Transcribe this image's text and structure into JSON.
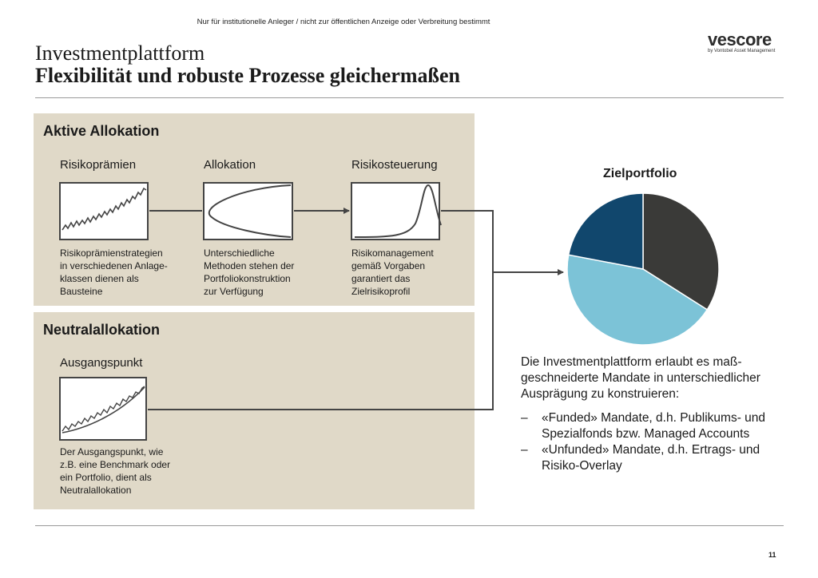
{
  "header": {
    "disclaimer": "Nur für institutionelle Anleger / nicht zur öffentlichen Anzeige oder Verbreitung bestimmt",
    "logo_main": "vescore",
    "logo_sub": "by Vontobel Asset Management",
    "title_line1": "Investmentplattform",
    "title_line2": "Flexibilität und robuste Prozesse gleichermaßen"
  },
  "active_panel": {
    "title": "Aktive Allokation",
    "columns": [
      {
        "heading": "Risikoprämien",
        "desc_lines": [
          "Risikoprämienstrategien",
          "in verschiedenen Anlage-",
          "klassen dienen als",
          "Bausteine"
        ]
      },
      {
        "heading": "Allokation",
        "desc_lines": [
          "Unterschiedliche",
          "Methoden stehen der",
          "Portfoliokonstruktion",
          "zur Verfügung"
        ]
      },
      {
        "heading": "Risikosteuerung",
        "desc_lines": [
          "Risikomanagement",
          "gemäß Vorgaben",
          "garantiert das",
          "Zielrisikoprofil"
        ]
      }
    ]
  },
  "neutral_panel": {
    "title": "Neutralallokation",
    "heading": "Ausgangspunkt",
    "desc_lines": [
      "Der Ausgangspunkt, wie",
      "z.B. eine Benchmark oder",
      "ein Portfolio, dient als",
      "Neutralallokation"
    ]
  },
  "target": {
    "label": "Zielportfolio"
  },
  "chart_data": {
    "type": "pie",
    "title": "Zielportfolio",
    "slices": [
      {
        "value": 34,
        "color": "#3a3a38"
      },
      {
        "value": 44,
        "color": "#7cc3d7"
      },
      {
        "value": 22,
        "color": "#11476d"
      }
    ]
  },
  "right_text": {
    "intro": "Die Investmentplattform erlaubt es maß­geschneiderte Mandate in unterschied­licher Ausprägung zu konstruieren:",
    "bullets": [
      "«Funded» Mandate, d.h. Publikums- und Spezialfonds bzw. Managed Accounts",
      "«Unfunded» Mandate, d.h. Ertrags- und Risiko-Overlay"
    ],
    "bullet_marker": "–"
  },
  "footer": {
    "page_number": "11"
  },
  "colors": {
    "panel_bg": "#e0d9c8",
    "line": "#444444",
    "pie_dark": "#3a3a38",
    "pie_light": "#7cc3d7",
    "pie_navy": "#11476d"
  }
}
